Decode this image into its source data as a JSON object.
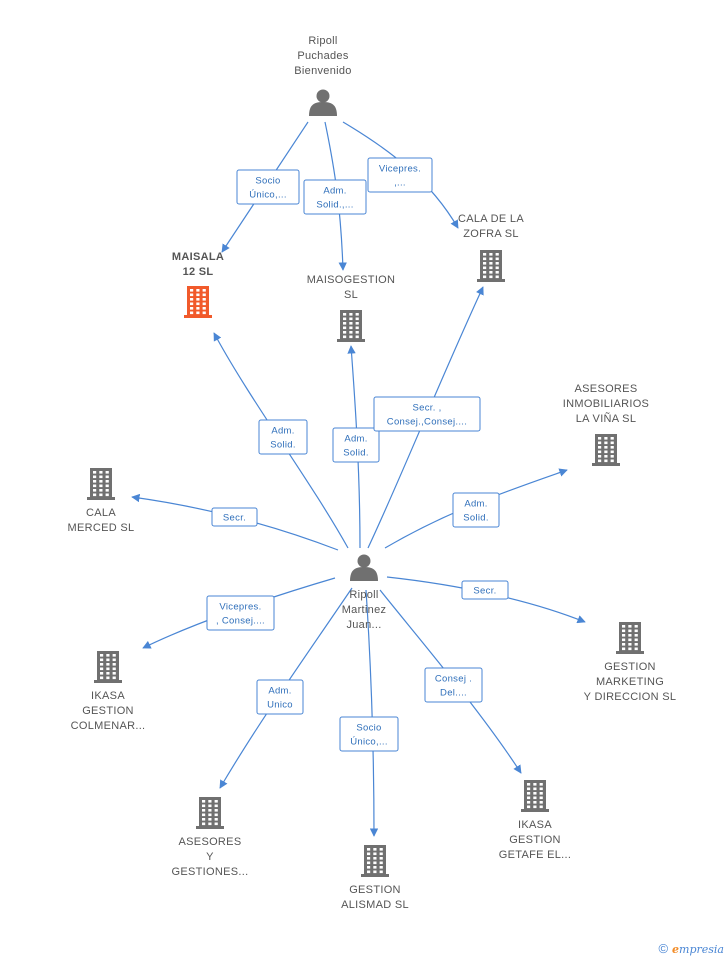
{
  "colors": {
    "edge": "#4a86d4",
    "building": "#707070",
    "highlight": "#f15a2b",
    "person": "#707070"
  },
  "nodes": {
    "ripoll_puchades": {
      "type": "person",
      "label": [
        "Ripoll",
        "Puchades",
        "Bienvenido"
      ]
    },
    "ripoll_martinez": {
      "type": "person",
      "label": [
        "Ripoll",
        "Martinez",
        "Juan..."
      ]
    },
    "maisala": {
      "type": "company",
      "highlight": true,
      "label": [
        "MAISALA",
        "12  SL"
      ]
    },
    "maisogestion": {
      "type": "company",
      "label": [
        "MAISOGESTION",
        "SL"
      ]
    },
    "cala_zofra": {
      "type": "company",
      "label": [
        "CALA DE LA",
        "ZOFRA SL"
      ]
    },
    "asesores_vina": {
      "type": "company",
      "label": [
        "ASESORES",
        "INMOBILIARIOS",
        "LA VIÑA SL"
      ]
    },
    "cala_merced": {
      "type": "company",
      "label": [
        "CALA",
        "MERCED SL"
      ]
    },
    "gestion_marketing": {
      "type": "company",
      "label": [
        "GESTION",
        "MARKETING",
        "Y DIRECCION SL"
      ]
    },
    "ikasa_colmenar": {
      "type": "company",
      "label": [
        "IKASA",
        "GESTION",
        "COLMENAR..."
      ]
    },
    "asesores_gestiones": {
      "type": "company",
      "label": [
        "ASESORES",
        "Y",
        "GESTIONES..."
      ]
    },
    "gestion_alismad": {
      "type": "company",
      "label": [
        "GESTION",
        "ALISMAD  SL"
      ]
    },
    "ikasa_getafe": {
      "type": "company",
      "label": [
        "IKASA",
        "GESTION",
        "GETAFE EL..."
      ]
    }
  },
  "edges": [
    {
      "from": "ripoll_puchades",
      "to": "maisala",
      "label": [
        "Socio",
        "Único,..."
      ]
    },
    {
      "from": "ripoll_puchades",
      "to": "maisogestion",
      "label": [
        "Adm.",
        "Solid.,..."
      ]
    },
    {
      "from": "ripoll_puchades",
      "to": "cala_zofra",
      "label": [
        "Vicepres.",
        ",..."
      ]
    },
    {
      "from": "ripoll_martinez",
      "to": "maisala",
      "label": [
        "Adm.",
        "Solid."
      ]
    },
    {
      "from": "ripoll_martinez",
      "to": "maisogestion",
      "label": [
        "Adm.",
        "Solid."
      ]
    },
    {
      "from": "ripoll_martinez",
      "to": "cala_zofra",
      "label": [
        "Secr. ,",
        "Consej.,Consej...."
      ]
    },
    {
      "from": "ripoll_martinez",
      "to": "asesores_vina",
      "label": [
        "Adm.",
        "Solid."
      ]
    },
    {
      "from": "ripoll_martinez",
      "to": "cala_merced",
      "label": [
        "Secr."
      ]
    },
    {
      "from": "ripoll_martinez",
      "to": "gestion_marketing",
      "label": [
        "Secr."
      ]
    },
    {
      "from": "ripoll_martinez",
      "to": "ikasa_colmenar",
      "label": [
        "Vicepres.",
        ", Consej...."
      ]
    },
    {
      "from": "ripoll_martinez",
      "to": "asesores_gestiones",
      "label": [
        "Adm.",
        "Unico"
      ]
    },
    {
      "from": "ripoll_martinez",
      "to": "gestion_alismad",
      "label": [
        "Socio",
        "Único,..."
      ]
    },
    {
      "from": "ripoll_martinez",
      "to": "ikasa_getafe",
      "label": [
        "Consej .",
        "Del...."
      ]
    }
  ],
  "footer": {
    "copyright": "©",
    "brand_initial": "e",
    "brand_rest": "mpresia"
  }
}
